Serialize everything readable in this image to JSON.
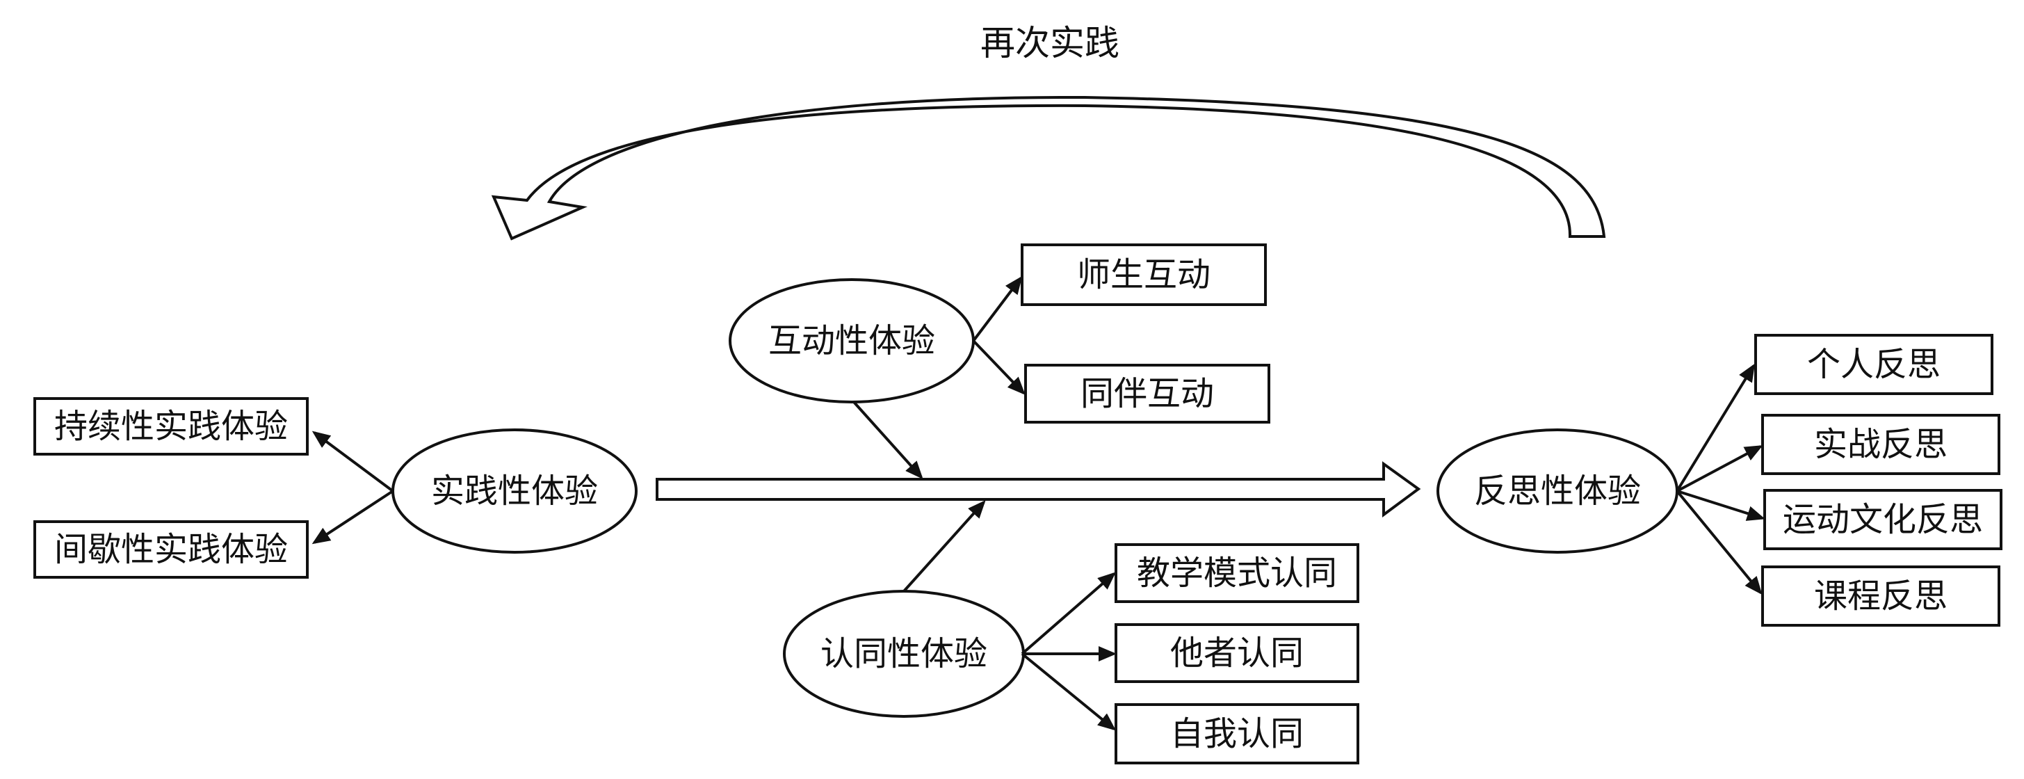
{
  "loop_label": "再次实践",
  "nodes": {
    "practice": "实践性体验",
    "interaction": "互动性体验",
    "identity": "认同性体验",
    "reflection": "反思性体验"
  },
  "practice_items": [
    "持续性实践体验",
    "间歇性实践体验"
  ],
  "interaction_items": [
    "师生互动",
    "同伴互动"
  ],
  "identity_items": [
    "教学模式认同",
    "他者认同",
    "自我认同"
  ],
  "reflection_items": [
    "个人反思",
    "实战反思",
    "运动文化反思",
    "课程反思"
  ],
  "colors": {
    "stroke": "#111111",
    "background": "#ffffff"
  }
}
